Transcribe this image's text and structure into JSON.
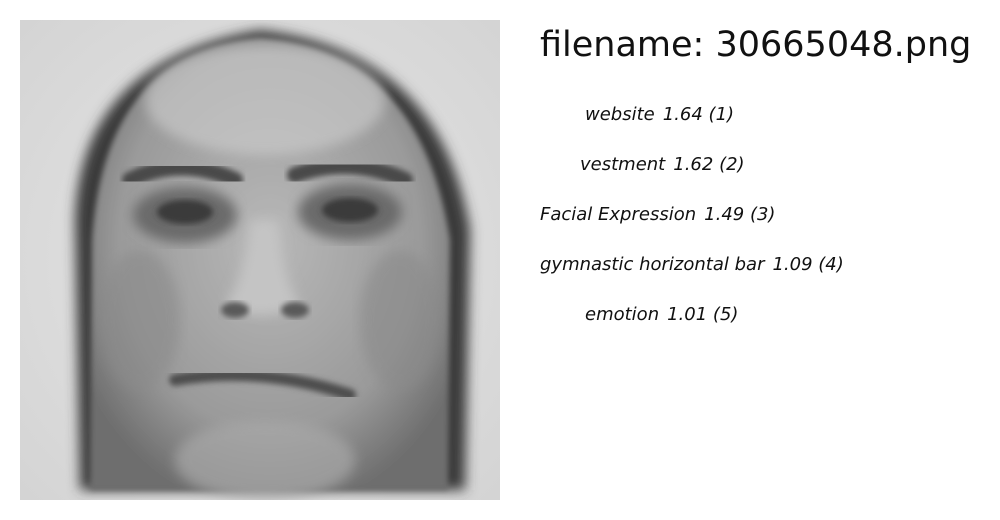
{
  "header": {
    "filename_label": "filename: 30665048.png"
  },
  "predictions": [
    {
      "label": "website",
      "score": "1.64",
      "rank": "(1)"
    },
    {
      "label": "vestment",
      "score": "1.62",
      "rank": "(2)"
    },
    {
      "label": "Facial Expression",
      "score": "1.49",
      "rank": "(3)"
    },
    {
      "label": "gymnastic horizontal bar",
      "score": "1.09",
      "rank": "(4)"
    },
    {
      "label": "emotion",
      "score": "1.01",
      "rank": "(5)"
    }
  ]
}
